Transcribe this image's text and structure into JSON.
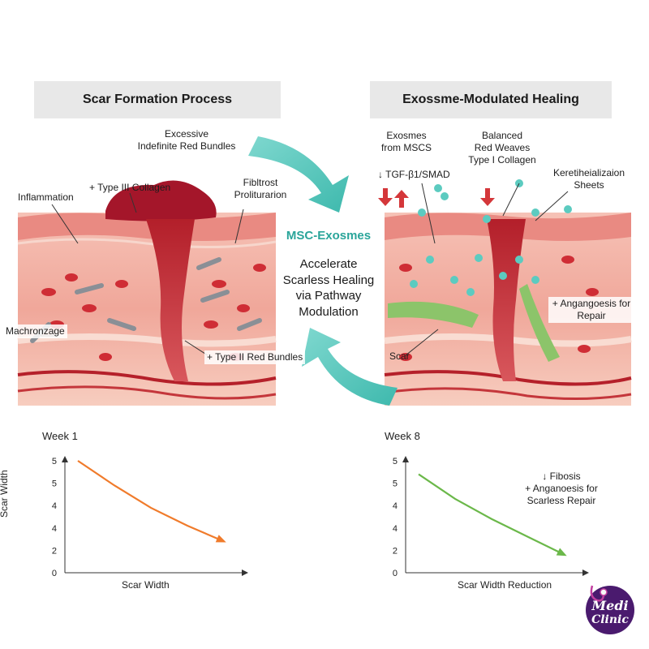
{
  "left_panel": {
    "title": "Scar Formation Process",
    "labels": {
      "excessive": "Excessive\nIndefinite Red Bundles",
      "type3": "+ Type III Collagen",
      "fibroblast": "Fibltrost\nProliturarion",
      "inflammation": "Inflammation",
      "macrophage": "Machronzage",
      "type2": "+ Type II Red Bundles"
    }
  },
  "right_panel": {
    "title": "Exossme-Modulated Healing",
    "labels": {
      "exosomes": "Exosmes\nfrom MSCS",
      "tgf": "↓ TGF-β1/SMAD",
      "balanced": "Balanced\nRed Weaves\nType I Collagen",
      "kerat": "Keretiheializaion\nSheets",
      "angio": "+ Angangoesis for\nRepair",
      "scar": "Scar"
    }
  },
  "center": {
    "title": "MSC-Exosmes",
    "description": "Accelerate\nScarless Healing\nvia Pathway\nModulation"
  },
  "weeks": {
    "left": "Week 1",
    "right": "Week 8"
  },
  "chart_data": [
    {
      "type": "line",
      "ylabel": "Scar Width",
      "xlabel": "Scar Width",
      "yticks": [
        "0",
        "2",
        "4",
        "4",
        "5",
        "5"
      ],
      "ylim": [
        0,
        5
      ],
      "series": [
        {
          "values": [
            {
              "x": 0.0,
              "y": 5.0
            },
            {
              "x": 0.25,
              "y": 3.9
            },
            {
              "x": 0.5,
              "y": 2.9
            },
            {
              "x": 0.75,
              "y": 2.1
            },
            {
              "x": 1.0,
              "y": 1.4
            }
          ]
        }
      ],
      "color": "#f07b2b"
    },
    {
      "type": "line",
      "ylabel": "",
      "xlabel": "Scar Width Reduction",
      "yticks": [
        "0",
        "2",
        "4",
        "4",
        "5",
        "5"
      ],
      "ylim": [
        0,
        5
      ],
      "series": [
        {
          "values": [
            {
              "x": 0.0,
              "y": 4.4
            },
            {
              "x": 0.25,
              "y": 3.3
            },
            {
              "x": 0.5,
              "y": 2.4
            },
            {
              "x": 0.75,
              "y": 1.6
            },
            {
              "x": 1.0,
              "y": 0.8
            }
          ]
        }
      ],
      "annotation": "↓ Fibosis\n+ Anganoesis for\nScarless Repair",
      "color": "#6bb84a"
    }
  ],
  "logo": {
    "line1": "Medi",
    "line2": "Clinic",
    "color": "#4a1a6e"
  },
  "colors": {
    "accent": "#5ccbc0",
    "skin": "#f3b3a8",
    "blood": "#c0262e"
  }
}
